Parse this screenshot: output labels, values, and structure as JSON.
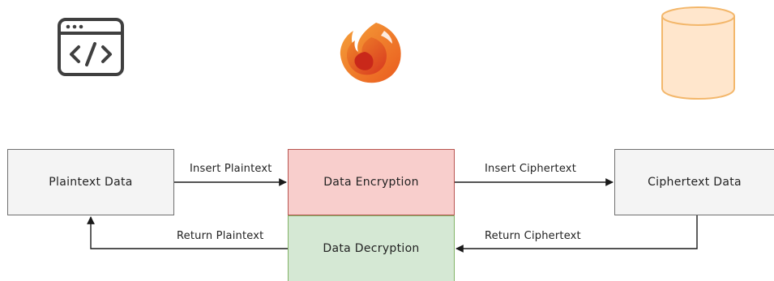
{
  "diagram": {
    "icons": {
      "code": "browser-code-icon",
      "logo": "flame-logo-icon",
      "database": "database-cylinder-icon"
    },
    "nodes": {
      "plaintext": "Plaintext Data",
      "encryption": "Data Encryption",
      "decryption": "Data Decryption",
      "ciphertext": "Ciphertext Data"
    },
    "edges": {
      "insert_plaintext": "Insert Plaintext",
      "insert_ciphertext": "Insert Ciphertext",
      "return_plaintext": "Return Plaintext",
      "return_ciphertext": "Return Ciphertext"
    },
    "colors": {
      "encryption_fill": "#f8cecc",
      "encryption_stroke": "#b85450",
      "decryption_fill": "#d5e8d4",
      "decryption_stroke": "#82b366",
      "plain_fill": "#f4f4f4",
      "database_fill": "#ffe6cc",
      "database_stroke": "#f3b76b",
      "logo_primary": "#f07b1f",
      "logo_secondary": "#e2462b",
      "icon_stroke": "#3f3f3f"
    }
  }
}
